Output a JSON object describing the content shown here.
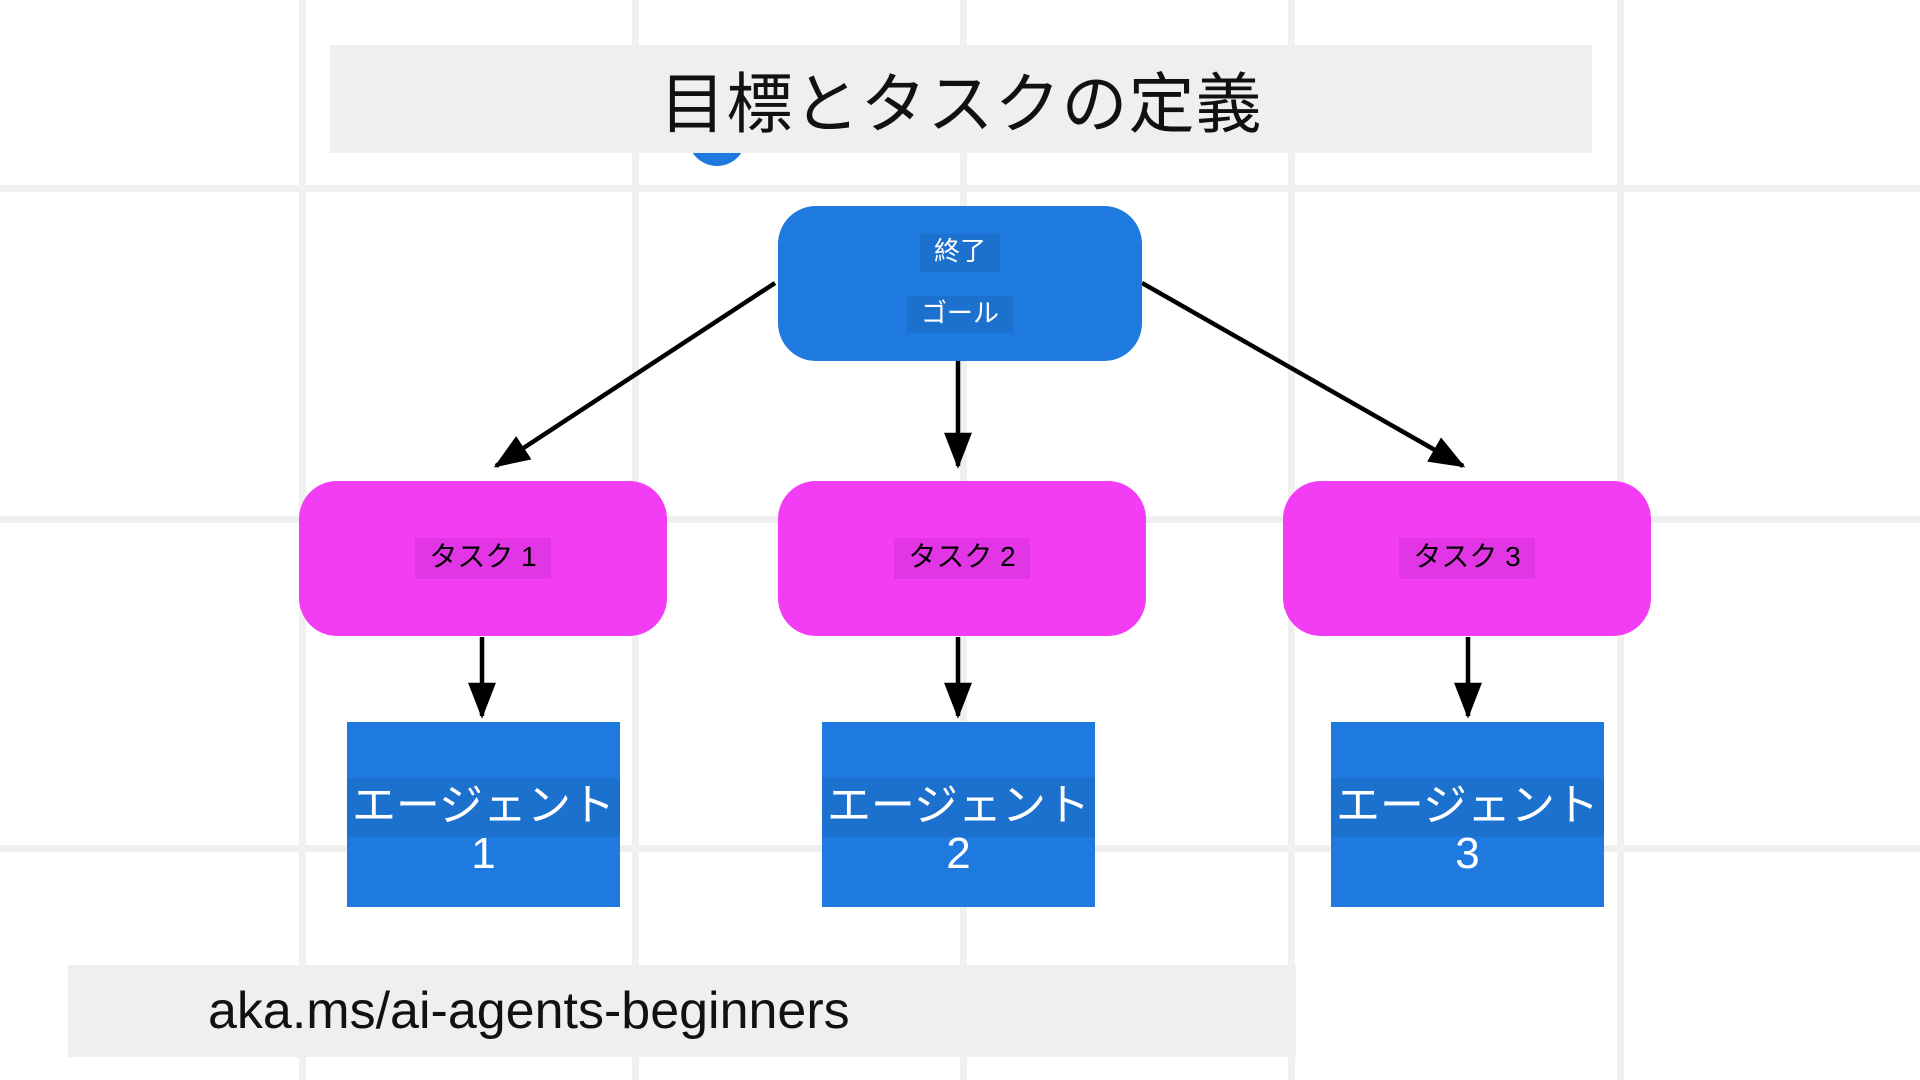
{
  "page": {
    "title": "目標とタスクの定義",
    "footer_url": "aka.ms/ai-agents-beginners",
    "background_color": "#ffffff",
    "grid_color": "#f0f0f0",
    "banner_color": "#efefef"
  },
  "colors": {
    "goal_node": "#1f7ae0",
    "task_node": "#f23df5",
    "agent_node": "#1f7ae0",
    "connector": "#000000",
    "text_on_blue": "#ffffff",
    "text_on_magenta": "#000000"
  },
  "diagram": {
    "type": "tree",
    "goal": {
      "line1": "終了",
      "line2": "ゴール"
    },
    "tasks": [
      {
        "label": "タスク 1"
      },
      {
        "label": "タスク 2"
      },
      {
        "label": "タスク 3"
      }
    ],
    "agents": [
      {
        "label": "エージェント",
        "sub": "1"
      },
      {
        "label": "エージェント",
        "sub": "2"
      },
      {
        "label": "エージェント",
        "sub": "3"
      }
    ]
  }
}
